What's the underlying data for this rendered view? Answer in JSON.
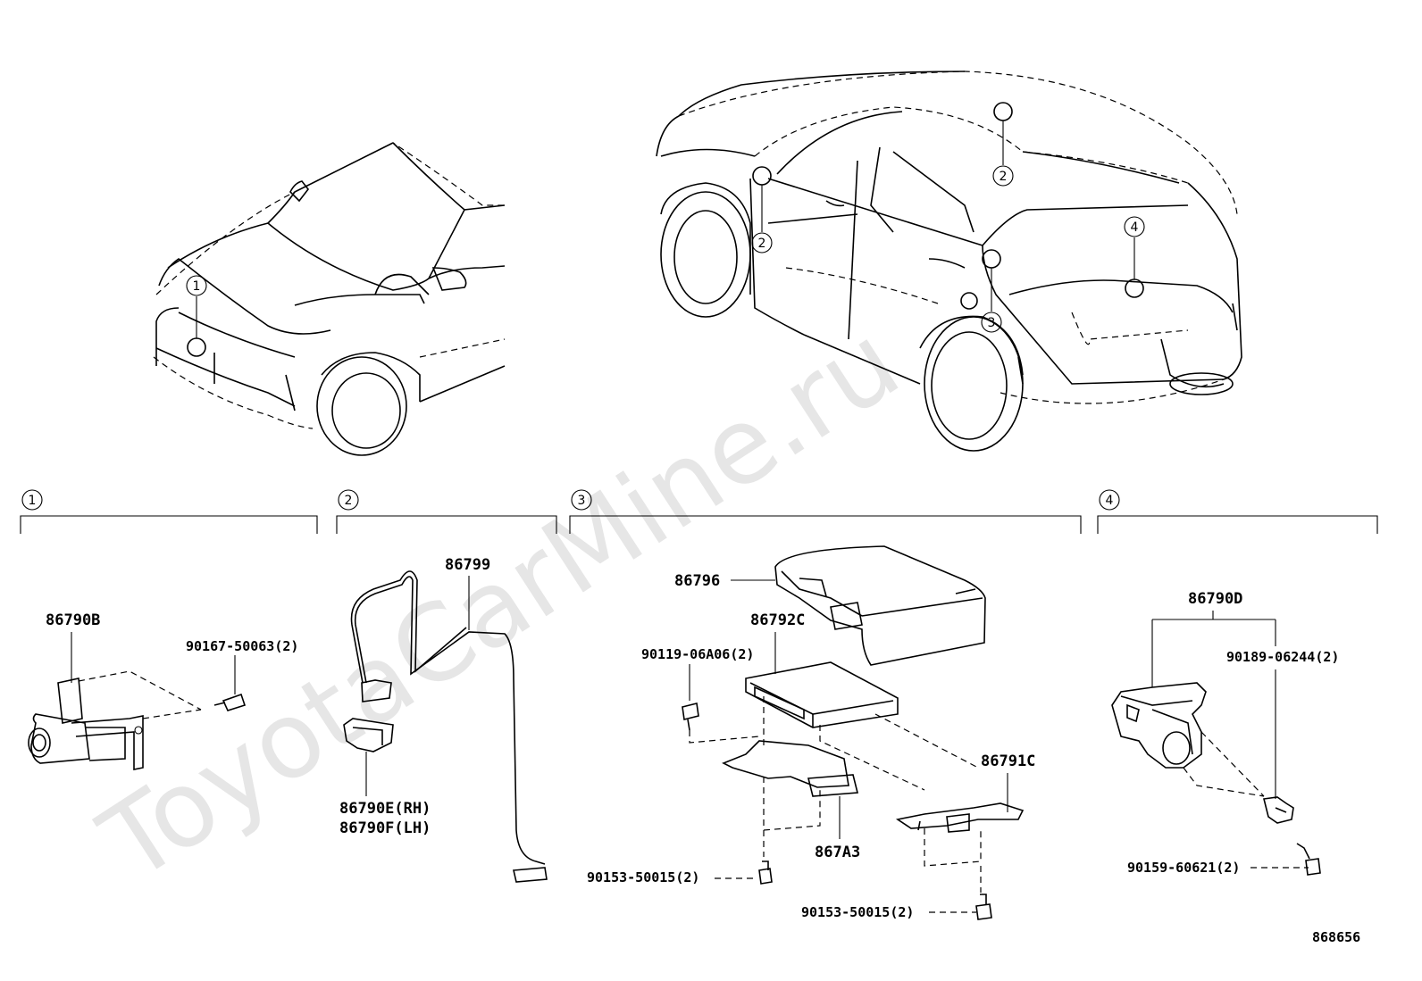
{
  "watermark": "ToyotaCarMine.ru",
  "groups": [
    {
      "id": "1",
      "label": "1"
    },
    {
      "id": "2",
      "label": "2"
    },
    {
      "id": "3",
      "label": "3"
    },
    {
      "id": "4",
      "label": "4"
    }
  ],
  "locator_callouts": {
    "front_car": [
      "1"
    ],
    "rear_car": [
      "2",
      "2",
      "3",
      "4"
    ]
  },
  "parts": {
    "p86790B": "86790B",
    "p90167": "90167-50063(2)",
    "p86799": "86799",
    "p86790E": "86790E(RH)",
    "p86790F": "86790F(LH)",
    "p86796": "86796",
    "p86792C": "86792C",
    "p90119": "90119-06A06(2)",
    "p86791C": "86791C",
    "p867A3": "867A3",
    "p90153a": "90153-50015(2)",
    "p90153b": "90153-50015(2)",
    "p86790D": "86790D",
    "p90189": "90189-06244(2)",
    "p90159": "90159-60621(2)"
  },
  "diagram_id": "868656"
}
